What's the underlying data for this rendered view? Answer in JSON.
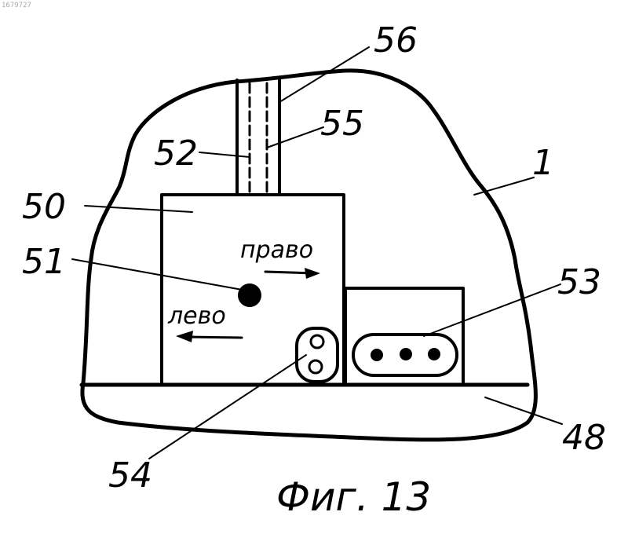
{
  "document_code": "1679727",
  "figure": {
    "caption": "Фиг. 13",
    "labels": {
      "ref_1": "1",
      "ref_48": "48",
      "ref_50": "50",
      "ref_51": "51",
      "ref_52": "52",
      "ref_53": "53",
      "ref_54": "54",
      "ref_55": "55",
      "ref_56": "56"
    },
    "directions": {
      "right": "право",
      "left": "лево"
    }
  },
  "colors": {
    "ink": "#000000",
    "paper": "#ffffff"
  }
}
